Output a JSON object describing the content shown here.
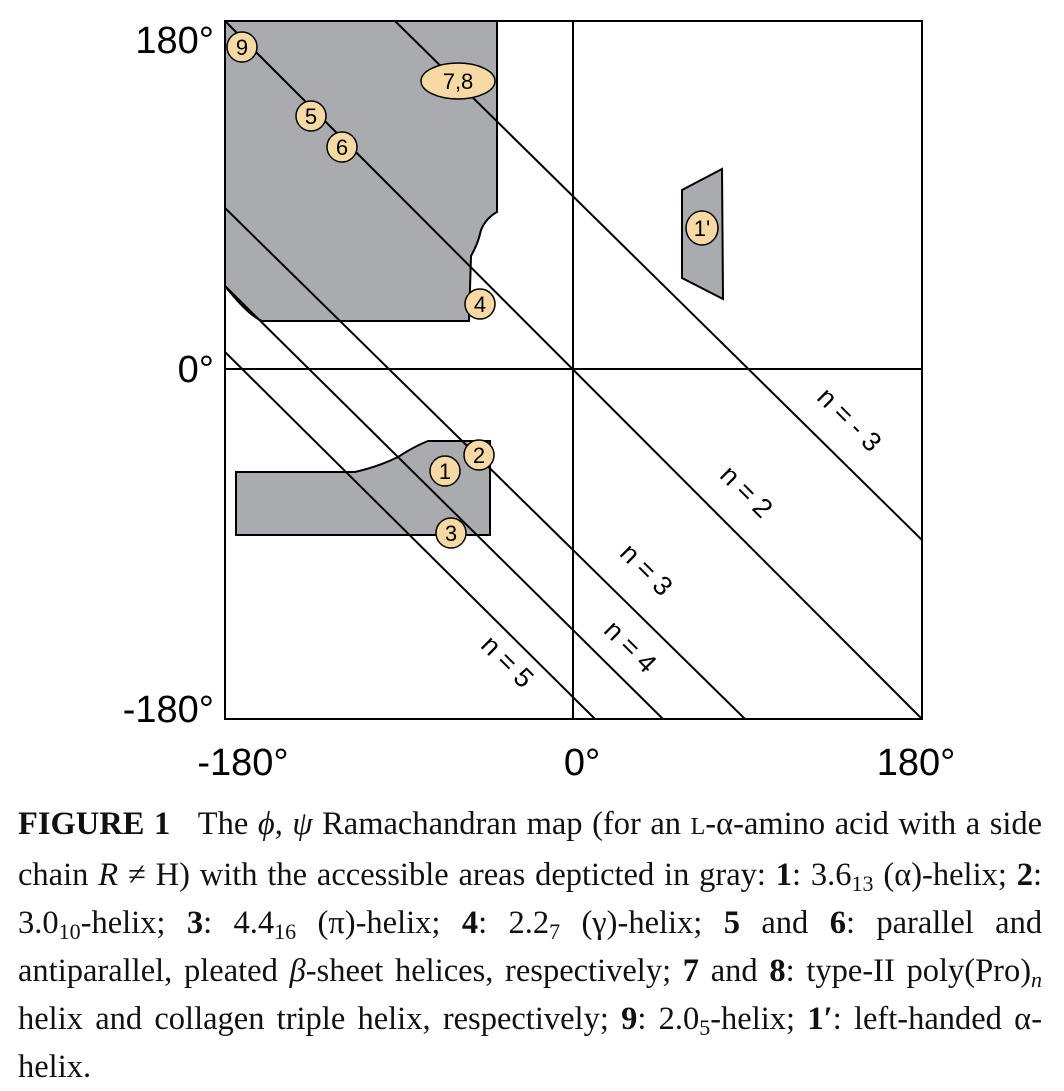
{
  "figure": {
    "axis_ticks": {
      "x": [
        "-180°",
        "0°",
        "180°"
      ],
      "y": [
        "180°",
        "0°",
        "-180°"
      ]
    },
    "line_labels": [
      "n = - 3",
      "n = 2",
      "n = 3",
      "n = 4",
      "n = 5"
    ],
    "markers": [
      "9",
      "7,8",
      "5",
      "6",
      "1'",
      "4",
      "2",
      "1",
      "3"
    ],
    "colors": {
      "region_fill": "#a9abae",
      "marker_fill": "#f7d9a3",
      "line": "#000000"
    }
  },
  "caption": {
    "lead": "FIGURE 1",
    "title": "The",
    "phi": "ϕ",
    "comma": ",",
    "psi": "ψ",
    "t1": "Ramachandran map (for an",
    "l_letter": "L",
    "t2": "-α-amino acid with a side chain",
    "r_letter": "R",
    "neq": "≠",
    "t3": "H) with the accessible areas depticted in gray:",
    "i1_num": "1",
    "i1_text": ": 3.6",
    "i1_sub": "13",
    "i1_tail": "(α)-helix;",
    "i2_num": "2",
    "i2_text": ": 3.0",
    "i2_sub": "10",
    "i2_tail": "-helix;",
    "i3_num": "3",
    "i3_text": ": 4.4",
    "i3_sub": "16",
    "i3_tail": "(π)-helix;",
    "i4_num": "4",
    "i4_text": ": 2.2",
    "i4_sub": "7",
    "i4_tail": "(γ)-helix;",
    "i56_a": "5",
    "i56_and": "and",
    "i56_b": "6",
    "i56_text": ": parallel and antiparallel, pleated",
    "beta": "β",
    "i56_tail": "-sheet helices, respectively;",
    "i78_a": "7",
    "i78_and": "and",
    "i78_b": "8",
    "i78_text": ": type-II poly(Pro)",
    "i78_sub": "n",
    "i78_tail": "helix and collagen triple helix, respectively;",
    "i9_num": "9",
    "i9_text": ": 2.0",
    "i9_sub": "5",
    "i9_tail": "-helix;",
    "i1p_num": "1′",
    "i1p_text": ": left-handed α-helix."
  }
}
